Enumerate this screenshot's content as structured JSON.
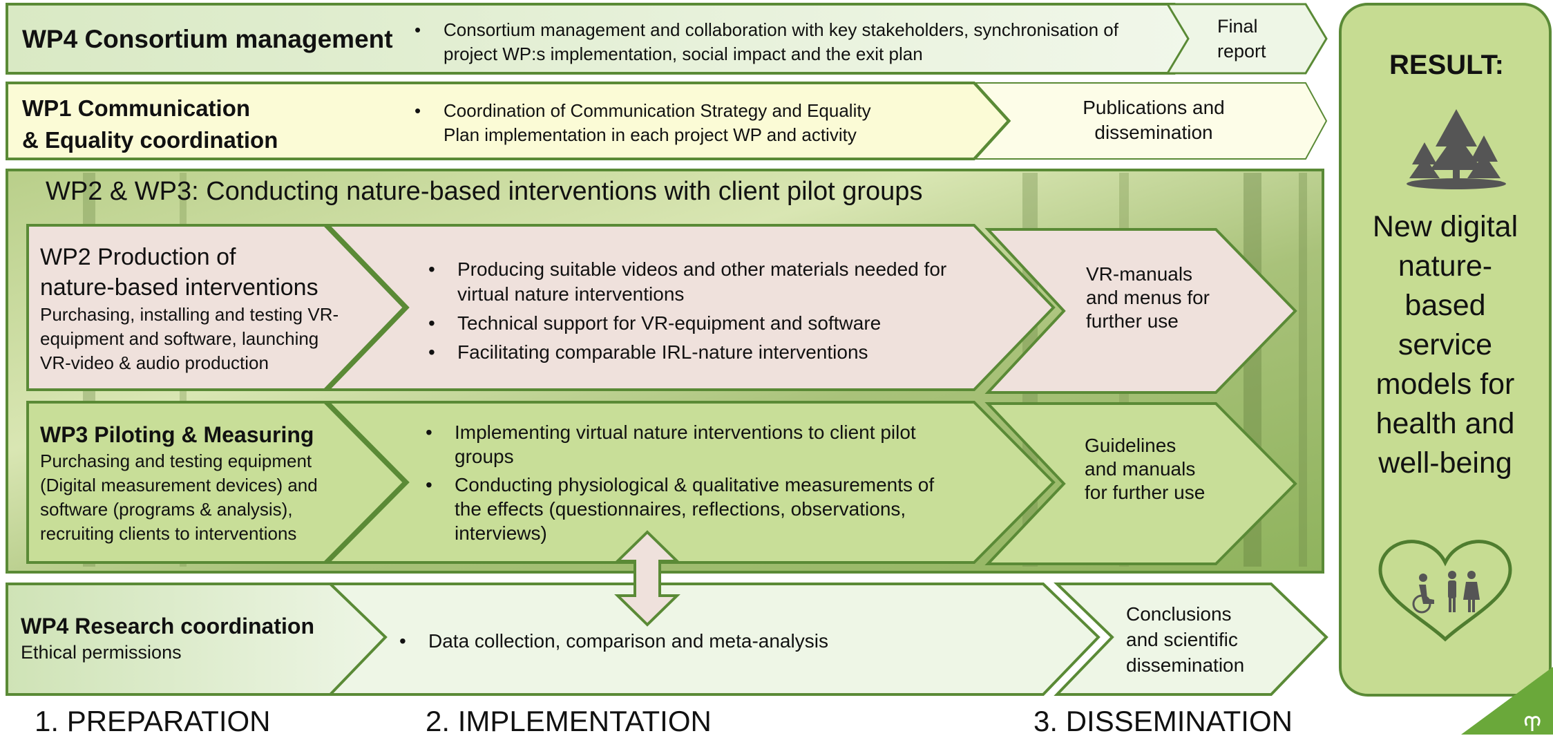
{
  "wp4_consortium": {
    "title": "WP4 Consortium management",
    "bullets": [
      "Consortium management and collaboration with key stakeholders, synchronisation of project WP:s implementation, social impact and the exit plan"
    ],
    "output": "Final report"
  },
  "wp1": {
    "title_line1": "WP1 Communication",
    "title_line2": "& Equality coordination",
    "bullets": [
      "Coordination of Communication Strategy and Equality Plan implementation in each project WP and activity"
    ],
    "output": "Publications and dissemination"
  },
  "forest_section": {
    "title": "WP2 & WP3: Conducting nature-based interventions with client pilot groups"
  },
  "wp2": {
    "title_line1": "WP2 Production of",
    "title_line2": "nature-based interventions",
    "description": "Purchasing, installing and testing VR-equipment and software, launching VR-video & audio production",
    "bullets": [
      "Producing suitable videos and other materials needed for virtual nature interventions",
      "Technical support for VR-equipment and software",
      "Facilitating comparable IRL-nature interventions"
    ],
    "output": "VR-manuals and menus for further use"
  },
  "wp3": {
    "title": "WP3 Piloting & Measuring",
    "description": "Purchasing and testing equipment (Digital measurement devices) and software (programs & analysis), recruiting clients to interventions",
    "bullets": [
      "Implementing virtual nature interventions to client pilot groups",
      "Conducting physiological & qualitative measurements of the effects (questionnaires, reflections, observations, interviews)"
    ],
    "output": "Guidelines and manuals for further use"
  },
  "wp4_research": {
    "title": "WP4 Research coordination",
    "description": "Ethical permissions",
    "bullets": [
      "Data collection, comparison and meta-analysis"
    ],
    "output": "Conclusions and scientific dissemination"
  },
  "result": {
    "heading": "RESULT:",
    "text": "New digital nature-based service models for health and well-being",
    "trees_icon": "trees-icon",
    "heart_icon": "heart-people-icon"
  },
  "phases": [
    "1. PREPARATION",
    "2. IMPLEMENTATION",
    "3. DISSEMINATION"
  ],
  "colors": {
    "outline_green": "#5a8a36",
    "light_green": "#e8f2dc",
    "yellow": "#fbfbd6",
    "pink": "#efe1dc",
    "mid_green": "#c8de98",
    "result_green": "#c6dc92",
    "forest": "#9dbb6a"
  }
}
